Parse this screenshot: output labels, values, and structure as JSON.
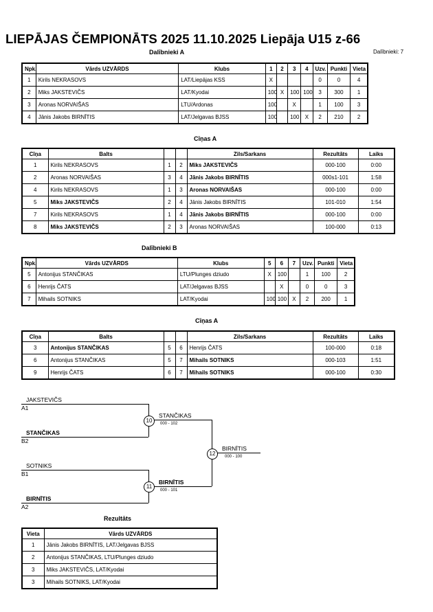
{
  "header": {
    "title": "LIEPĀJAS ČEMPIONĀTS 2025  11.10.2025  Liepāja   U15 z-66"
  },
  "group_a": {
    "label": "Dalībnieki A",
    "count_label": "Dalībnieki: 7",
    "columns": [
      "Npk.",
      "Vārds UZVĀRDS",
      "Klubs",
      "1",
      "2",
      "3",
      "4",
      "Uzv.",
      "Punkti",
      "Vieta"
    ],
    "rows": [
      [
        "1",
        "Kirils NEKRASOVS",
        "LAT/Liepājas KSS",
        "X",
        "",
        "",
        "",
        "0",
        "0",
        "4"
      ],
      [
        "2",
        "Miks JAKSTEVIČS",
        "LAT/Kyodai",
        "100",
        "X",
        "100",
        "100",
        "3",
        "300",
        "1"
      ],
      [
        "3",
        "Aronas NORVAIŠAS",
        "LTU/Ardonas",
        "100",
        "",
        "X",
        "",
        "1",
        "100",
        "3"
      ],
      [
        "4",
        "Jānis Jakobs BIRNĪTIS",
        "LAT/Jelgavas BJSS",
        "100",
        "",
        "100",
        "X",
        "2",
        "210",
        "2"
      ]
    ]
  },
  "fights_a": {
    "label": "Cīņas A",
    "columns": [
      "Cīņa",
      "Balts",
      "",
      "",
      "Zils/Sarkans",
      "Rezultāts",
      "Laiks"
    ],
    "rows": [
      {
        "no": "1",
        "white": "Kirils NEKRASOVS",
        "white_bold": false,
        "w": "1",
        "b": "2",
        "blue": "Miks JAKSTEVIČS",
        "blue_bold": true,
        "result": "000-100",
        "time": "0:00"
      },
      {
        "no": "2",
        "white": "Aronas NORVAIŠAS",
        "white_bold": false,
        "w": "3",
        "b": "4",
        "blue": "Jānis Jakobs BIRNĪTIS",
        "blue_bold": true,
        "result": "000s1-101",
        "time": "1:58"
      },
      {
        "no": "4",
        "white": "Kirils NEKRASOVS",
        "white_bold": false,
        "w": "1",
        "b": "3",
        "blue": "Aronas NORVAIŠAS",
        "blue_bold": true,
        "result": "000-100",
        "time": "0:00"
      },
      {
        "no": "5",
        "white": "Miks JAKSTEVIČS",
        "white_bold": true,
        "w": "2",
        "b": "4",
        "blue": "Jānis Jakobs BIRNĪTIS",
        "blue_bold": false,
        "result": "101-010",
        "time": "1:54"
      },
      {
        "no": "7",
        "white": "Kirils NEKRASOVS",
        "white_bold": false,
        "w": "1",
        "b": "4",
        "blue": "Jānis Jakobs BIRNĪTIS",
        "blue_bold": true,
        "result": "000-100",
        "time": "0:00"
      },
      {
        "no": "8",
        "white": "Miks JAKSTEVIČS",
        "white_bold": true,
        "w": "2",
        "b": "3",
        "blue": "Aronas NORVAIŠAS",
        "blue_bold": false,
        "result": "100-000",
        "time": "0:13"
      }
    ]
  },
  "group_b": {
    "label": "Dalībnieki B",
    "columns": [
      "Npk.",
      "Vārds UZVĀRDS",
      "Klubs",
      "5",
      "6",
      "7",
      "Uzv.",
      "Punkti",
      "Vieta"
    ],
    "rows": [
      [
        "5",
        "Antonijus STANČIKAS",
        "LTU/Plunges dziudo",
        "X",
        "100",
        "",
        "1",
        "100",
        "2"
      ],
      [
        "6",
        "Henrijs ČATS",
        "LAT/Jelgavas BJSS",
        "",
        "X",
        "",
        "0",
        "0",
        "3"
      ],
      [
        "7",
        "Mihails SOTNIKS",
        "LAT/Kyodai",
        "100",
        "100",
        "X",
        "2",
        "200",
        "1"
      ]
    ]
  },
  "fights_b": {
    "label": "Cīņas A",
    "columns": [
      "Cīņa",
      "Balts",
      "",
      "",
      "Zils/Sarkans",
      "Rezultāts",
      "Laiks"
    ],
    "rows": [
      {
        "no": "3",
        "white": "Antonijus STANČIKAS",
        "white_bold": true,
        "w": "5",
        "b": "6",
        "blue": "Henrijs ČATS",
        "blue_bold": false,
        "result": "100-000",
        "time": "0:18"
      },
      {
        "no": "6",
        "white": "Antonijus STANČIKAS",
        "white_bold": false,
        "w": "5",
        "b": "7",
        "blue": "Mihails SOTNIKS",
        "blue_bold": true,
        "result": "000-103",
        "time": "1:51"
      },
      {
        "no": "9",
        "white": "Henrijs ČATS",
        "white_bold": false,
        "w": "6",
        "b": "7",
        "blue": "Mihails SOTNIKS",
        "blue_bold": true,
        "result": "000-100",
        "time": "0:30"
      }
    ]
  },
  "bracket": {
    "a1_name": "JAKSTEVIČS",
    "a1_seed": "A1",
    "b2_name": "STANČIKAS",
    "b2_seed": "B2",
    "b1_name": "SOTNIKS",
    "b1_seed": "B1",
    "a2_name": "BIRNĪTIS",
    "a2_seed": "A2",
    "m10": "10",
    "m10_winner": "STANČIKAS",
    "m10_score": "000 - 102",
    "m11": "11",
    "m11_winner": "BIRNĪTIS",
    "m11_score": "000 - 101",
    "m12": "12",
    "m12_winner": "BIRNĪTIS",
    "m12_score": "000 - 100"
  },
  "results": {
    "label": "Rezultāts",
    "columns": [
      "Vieta",
      "Vārds UZVĀRDS"
    ],
    "rows": [
      [
        "1",
        "Jānis Jakobs BIRNĪTIS, LAT/Jelgavas BJSS"
      ],
      [
        "2",
        "Antonijus STANČIKAS, LTU/Plunges dziudo"
      ],
      [
        "3",
        "Miks JAKSTEVIČS, LAT/Kyodai"
      ],
      [
        "3",
        "Mihails SOTNIKS, LAT/Kyodai"
      ]
    ]
  }
}
